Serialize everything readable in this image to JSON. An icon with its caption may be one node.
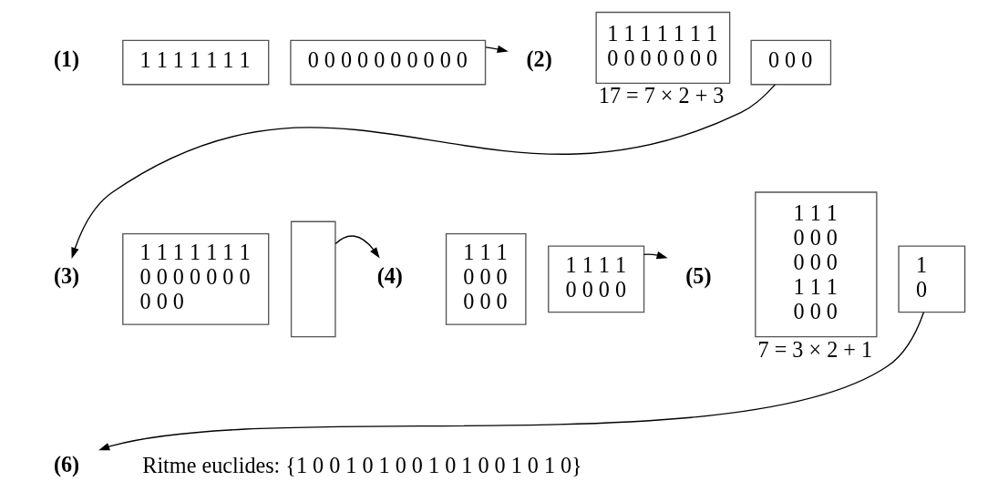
{
  "diagram": {
    "nodes": [
      {
        "text": [
          "(1)"
        ]
      },
      {
        "text": [
          "1 1 1 1 1 1 1"
        ]
      },
      {
        "text": [
          "0 0 0 0 0 0 0 0 0 0"
        ]
      },
      {
        "text": [
          "(2)"
        ]
      },
      {
        "text": [
          "1 1 1 1 1 1 1",
          "0 0 0 0 0 0 0"
        ],
        "beside": [
          "17 = 7 × 2 + 3"
        ]
      },
      {
        "text": [
          "0 0 0"
        ]
      },
      {
        "text": [
          "(3)"
        ]
      },
      {
        "text": [
          "1 1 1 1 1 1 1",
          "0 0 0 0 0 0 0",
          "0 0 0"
        ]
      },
      {
        "text": [],
        "shape": "box"
      },
      {
        "text": [
          "(4)"
        ]
      },
      {
        "text": [
          "1 1 1",
          "0 0 0",
          "0 0 0"
        ]
      },
      {
        "text": [
          "1 1 1 1",
          "0 0 0 0"
        ]
      },
      {
        "text": [
          "(5)"
        ]
      },
      {
        "text": [
          "1 1 1",
          "0 0 0",
          "0 0 0",
          "1 1 1",
          "0 0 0"
        ],
        "beside": [
          "7 = 3 × 2 + 1"
        ]
      },
      {
        "text": [
          "1",
          "0"
        ]
      },
      {
        "text": [
          "(6)"
        ],
        "beside": [
          "Ritme euclides: {1 0 0 1 0 1 0 0 1 0 1 0 0 1 0 1 0}"
        ]
      }
    ],
    "edges": [
      {
        "from": 2,
        "to": 3,
        "arrow": "to"
      },
      {
        "from": 5,
        "to": 6,
        "arrow": "to"
      },
      {
        "from": 8,
        "to": 9,
        "arrow": "to"
      },
      {
        "from": 11,
        "to": 12,
        "arrow": "to"
      },
      {
        "from": 14,
        "to": 15,
        "arrow": "to"
      }
    ]
  }
}
